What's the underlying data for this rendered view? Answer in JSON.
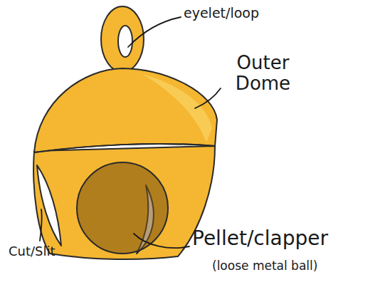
{
  "diagram": {
    "labels": [
      "eyelet/loop",
      "Outer Dome",
      "Pellet/clapper",
      "(loose metal ball)",
      "Cut/Slit"
    ]
  }
}
